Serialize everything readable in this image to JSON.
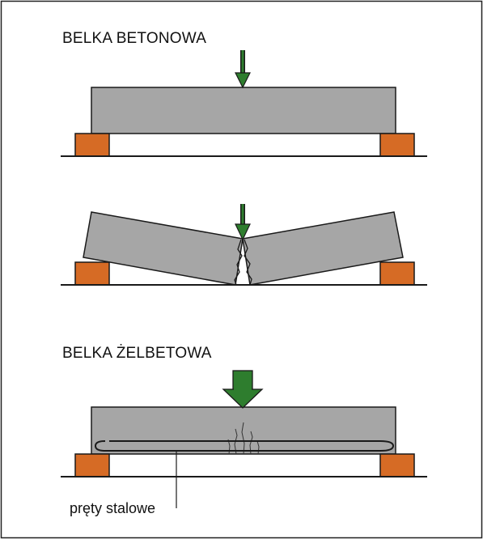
{
  "diagram": {
    "title_plain_beam": "BELKA BETONOWA",
    "title_reinforced_beam": "BELKA ŻELBETOWA",
    "steel_bars_label": "pręty stalowe"
  },
  "colors": {
    "concrete": "#a6a6a6",
    "support": "#d66b25",
    "load_arrow": "#2e7d2e",
    "outline": "#1a1a1a"
  }
}
